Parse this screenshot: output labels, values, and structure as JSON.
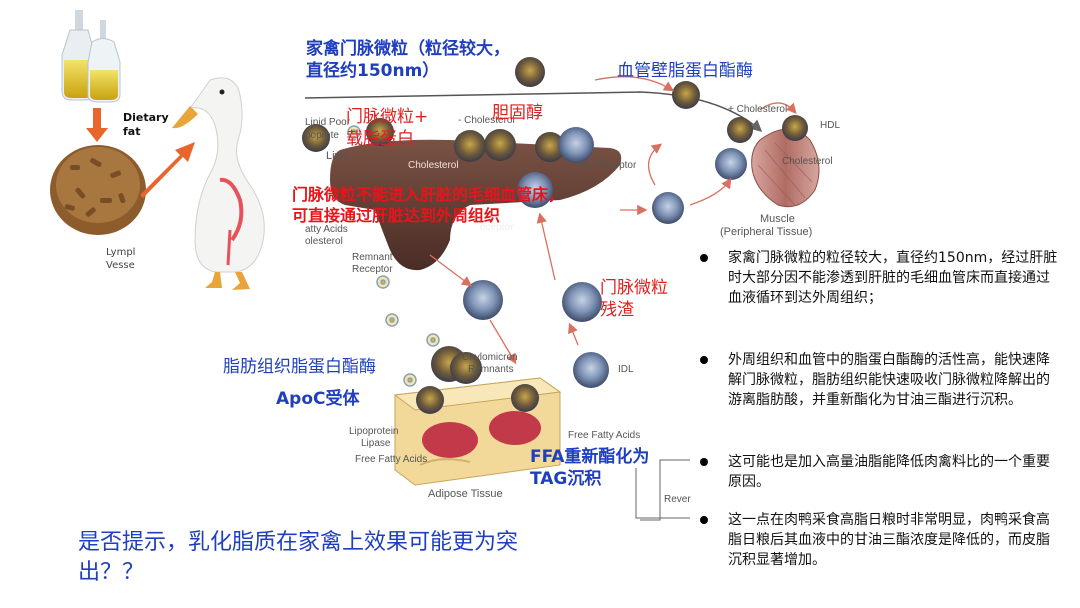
{
  "labels": {
    "portal_microparticle": "家禽门脉微粒（粒径较大，\n直径约150nm）",
    "vascular_lpl": "血管壁脂蛋白酯酶",
    "portal_plus_apo": "门脉微粒+\n载脂蛋白",
    "cholesterol_cn": "胆固醇",
    "bypass_note": "门脉微粒不能进入肝脏的毛细血管床，\n可直接通过肝脏达到外周组织",
    "portal_residue": "门脉微粒\n残渣",
    "adipose_lpl": "脂肪组织脂蛋白酯酶",
    "apoc_receptor": "ApoC受体",
    "ffa_tag": "FFA重新酯化为\nTAG沉积",
    "dietary_fat": "Dietary\nfat",
    "lymph_vessel": "Lympl\nVesse"
  },
  "diagram_text": {
    "lipid_poor": "Lipid Poor",
    "lipoprotein": "poprote",
    "liver": "Liver",
    "cholesterol_minus": "- Cholesterol",
    "cholesterol_plus": "+ Cholesterol",
    "hdl": "HDL",
    "cholesterol_liver": "Cholesterol",
    "ldl_receptor": "LDL Receptor",
    "cholesterol_muscle": "Cholesterol",
    "muscle": "Muscle",
    "peripheral": "(Peripheral Tissue)",
    "fatty_acids": "atty Acids",
    "cholesterol_2": "olesterol",
    "remnant": "Remnant",
    "receptor": "Receptor",
    "receptor2": "eceptor",
    "chylomicron": "Chylomicron",
    "remnants": "Remnants",
    "idl": "IDL",
    "lipoprotein_lipase1": "Lipoprotein",
    "lipoprotein_lipase2": "Lipase",
    "free_fatty_acids_left": "Free Fatty Acids",
    "free_fatty_acids_right": "Free Fatty Acids",
    "adipose_tissue": "Adipose Tissue",
    "reverse": "Rever"
  },
  "bullets": [
    "家禽门脉微粒的粒径较大，直径约150nm，经过肝脏时大部分因不能渗透到肝脏的毛细血管床而直接通过血液循环到达外周组织；",
    "外周组织和血管中的脂蛋白酯酶的活性高，能快速降解门脉微粒，脂肪组织能快速吸收门脉微粒降解出的游离脂肪酸，并重新酯化为甘油三酯进行沉积。",
    "这可能也是加入高量油脂能降低肉禽料比的一个重要原因。",
    "这一点在肉鸭采食高脂日粮时非常明显，肉鸭采食高脂日粮后其血液中的甘油三酯浓度是降低的，而皮脂沉积显著增加。"
  ],
  "question": "是否提示，乳化脂质在家禽上效果可能更为突出？？",
  "colors": {
    "blue_label": "#1f3fbf",
    "red_label": "#e02020",
    "liver": "#6b4a3c",
    "oil": "#d9c21a",
    "feed": "#9b6a35",
    "arrow": "#e8662d"
  }
}
